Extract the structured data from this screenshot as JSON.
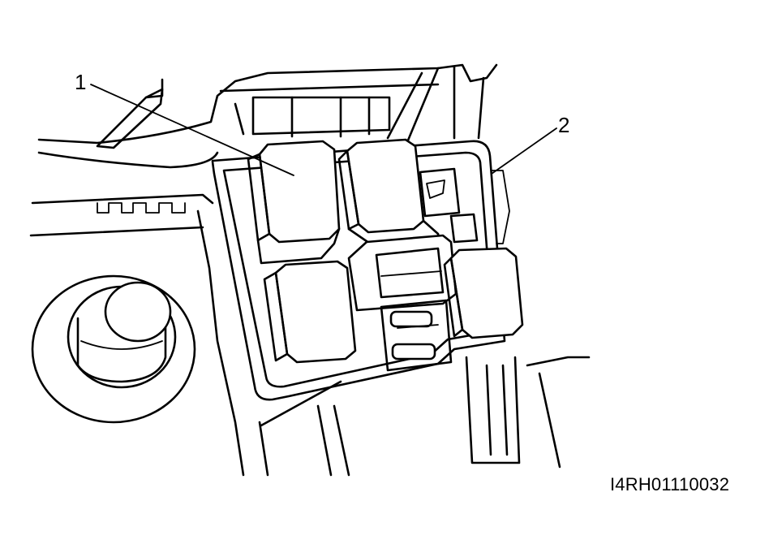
{
  "figure": {
    "code": "I4RH01110032",
    "callouts": [
      {
        "id": "1",
        "text": "1"
      },
      {
        "id": "2",
        "text": "2"
      }
    ]
  },
  "colors": {
    "ink": "#000000",
    "paper": "#ffffff"
  }
}
